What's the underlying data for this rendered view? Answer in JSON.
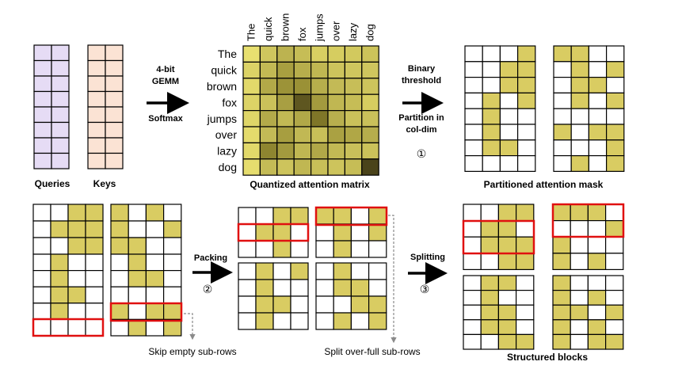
{
  "colors": {
    "query_fill": "#e6dcf5",
    "key_fill": "#fbe3d4",
    "block_fill": "#d9cc62",
    "empty_fill": "#ffffff",
    "highlight": "#e01010",
    "grid": "#000000"
  },
  "inputs": {
    "queries_label": "Queries",
    "keys_label": "Keys",
    "rows": 8,
    "cols": 2
  },
  "step_labels": {
    "gemm": "4-bit\nGEMM",
    "softmax": "Softmax",
    "binary": "Binary\nthreshold",
    "partition": "Partition in\ncol-dim",
    "step1": "①",
    "packing": "Packing",
    "step2": "②",
    "splitting": "Splitting",
    "step3": "③"
  },
  "attention": {
    "title": "Quantized attention matrix",
    "tokens": [
      "The",
      "quick",
      "brown",
      "fox",
      "jumps",
      "over",
      "lazy",
      "dog"
    ],
    "shades": [
      [
        "#e8e070",
        "#cfc65e",
        "#bcb350",
        "#c6bd56",
        "#d8cf62",
        "#d6cd60",
        "#d2c95e",
        "#ccc35a"
      ],
      [
        "#dcd366",
        "#c2b954",
        "#a89f40",
        "#b7ae4c",
        "#c0b752",
        "#cdc45c",
        "#cfc65e",
        "#cfc65e"
      ],
      [
        "#e2d96a",
        "#b2a948",
        "#9c9338",
        "#9a9136",
        "#b7ae4c",
        "#c3ba56",
        "#c7be58",
        "#cdc45c"
      ],
      [
        "#dcd366",
        "#cac15a",
        "#a89f42",
        "#5e5620",
        "#a39a3e",
        "#c0b752",
        "#c6bd56",
        "#d6cd60"
      ],
      [
        "#dfd668",
        "#b3aa4a",
        "#c2b954",
        "#b1a848",
        "#7f7628",
        "#b8af4e",
        "#cac15a",
        "#c9c05a"
      ],
      [
        "#e4db6c",
        "#c3ba56",
        "#a79e40",
        "#c1b854",
        "#c8bf58",
        "#aaa142",
        "#b0a746",
        "#b6ad4c"
      ],
      [
        "#e2d96a",
        "#8e8530",
        "#a39a3e",
        "#c0b752",
        "#b1a848",
        "#c2b954",
        "#c9c05a",
        "#cbc25a"
      ],
      [
        "#e6dd6e",
        "#c4bb56",
        "#cdc45c",
        "#c0b752",
        "#c8bf58",
        "#cdc45c",
        "#c6bd56",
        "#4a431a"
      ]
    ]
  },
  "mask": {
    "caption": "Partitioned attention mask",
    "left": [
      [
        0,
        0,
        0,
        1
      ],
      [
        0,
        0,
        1,
        1
      ],
      [
        0,
        0,
        1,
        1
      ],
      [
        0,
        1,
        0,
        1
      ],
      [
        0,
        1,
        0,
        0
      ],
      [
        0,
        1,
        0,
        0
      ],
      [
        0,
        1,
        1,
        0
      ],
      [
        0,
        0,
        0,
        0
      ]
    ],
    "right": [
      [
        1,
        1,
        0,
        0
      ],
      [
        0,
        1,
        0,
        1
      ],
      [
        0,
        1,
        1,
        0
      ],
      [
        0,
        1,
        0,
        1
      ],
      [
        0,
        0,
        0,
        0
      ],
      [
        1,
        0,
        1,
        1
      ],
      [
        0,
        0,
        0,
        1
      ],
      [
        0,
        1,
        0,
        1
      ]
    ]
  },
  "split_in": {
    "tl": [
      [
        0,
        0,
        1,
        1
      ],
      [
        0,
        1,
        1,
        1
      ],
      [
        0,
        0,
        1,
        1
      ]
    ],
    "tr": [
      [
        1,
        0,
        1,
        0
      ],
      [
        1,
        0,
        0,
        1
      ],
      [
        1,
        1,
        0,
        0
      ]
    ],
    "bl": [
      [
        0,
        1,
        0,
        0
      ],
      [
        0,
        1,
        0,
        0
      ],
      [
        0,
        1,
        1,
        0
      ],
      [
        0,
        1,
        0,
        0
      ],
      [
        0,
        0,
        0,
        0
      ]
    ],
    "br": [
      [
        0,
        1,
        0,
        0
      ],
      [
        0,
        1,
        1,
        0
      ],
      [
        0,
        0,
        0,
        0
      ],
      [
        1,
        0,
        1,
        1
      ],
      [
        0,
        1,
        0,
        1
      ]
    ]
  },
  "packed": {
    "skip_label": "Skip empty sub-rows",
    "split_label": "Split over-full sub-rows",
    "tl": [
      [
        0,
        0,
        1,
        1
      ],
      [
        0,
        1,
        1,
        0
      ],
      [
        0,
        0,
        1,
        0
      ]
    ],
    "tr": [
      [
        1,
        1,
        0,
        1
      ],
      [
        0,
        1,
        0,
        1
      ],
      [
        0,
        1,
        0,
        0
      ]
    ],
    "bl": [
      [
        0,
        1,
        0,
        1
      ],
      [
        0,
        1,
        0,
        0
      ],
      [
        0,
        1,
        1,
        0
      ],
      [
        0,
        1,
        0,
        0
      ]
    ],
    "br": [
      [
        0,
        1,
        0,
        0
      ],
      [
        0,
        1,
        1,
        0
      ],
      [
        0,
        0,
        1,
        1
      ],
      [
        0,
        1,
        0,
        1
      ]
    ]
  },
  "structured": {
    "caption": "Structured blocks",
    "tl": [
      [
        0,
        0,
        1,
        1
      ],
      [
        0,
        1,
        1,
        0
      ],
      [
        0,
        1,
        1,
        1
      ],
      [
        0,
        0,
        1,
        1
      ]
    ],
    "tr": [
      [
        1,
        1,
        1,
        0
      ],
      [
        0,
        0,
        0,
        1
      ],
      [
        1,
        0,
        0,
        0
      ],
      [
        1,
        0,
        1,
        0
      ]
    ],
    "bl": [
      [
        0,
        1,
        1,
        0
      ],
      [
        0,
        1,
        0,
        0
      ],
      [
        0,
        1,
        1,
        0
      ],
      [
        0,
        1,
        1,
        0
      ],
      [
        0,
        0,
        1,
        1
      ]
    ],
    "br": [
      [
        1,
        0,
        0,
        0
      ],
      [
        1,
        0,
        1,
        0
      ],
      [
        1,
        1,
        0,
        1
      ],
      [
        1,
        0,
        1,
        0
      ],
      [
        1,
        0,
        1,
        1
      ]
    ]
  }
}
